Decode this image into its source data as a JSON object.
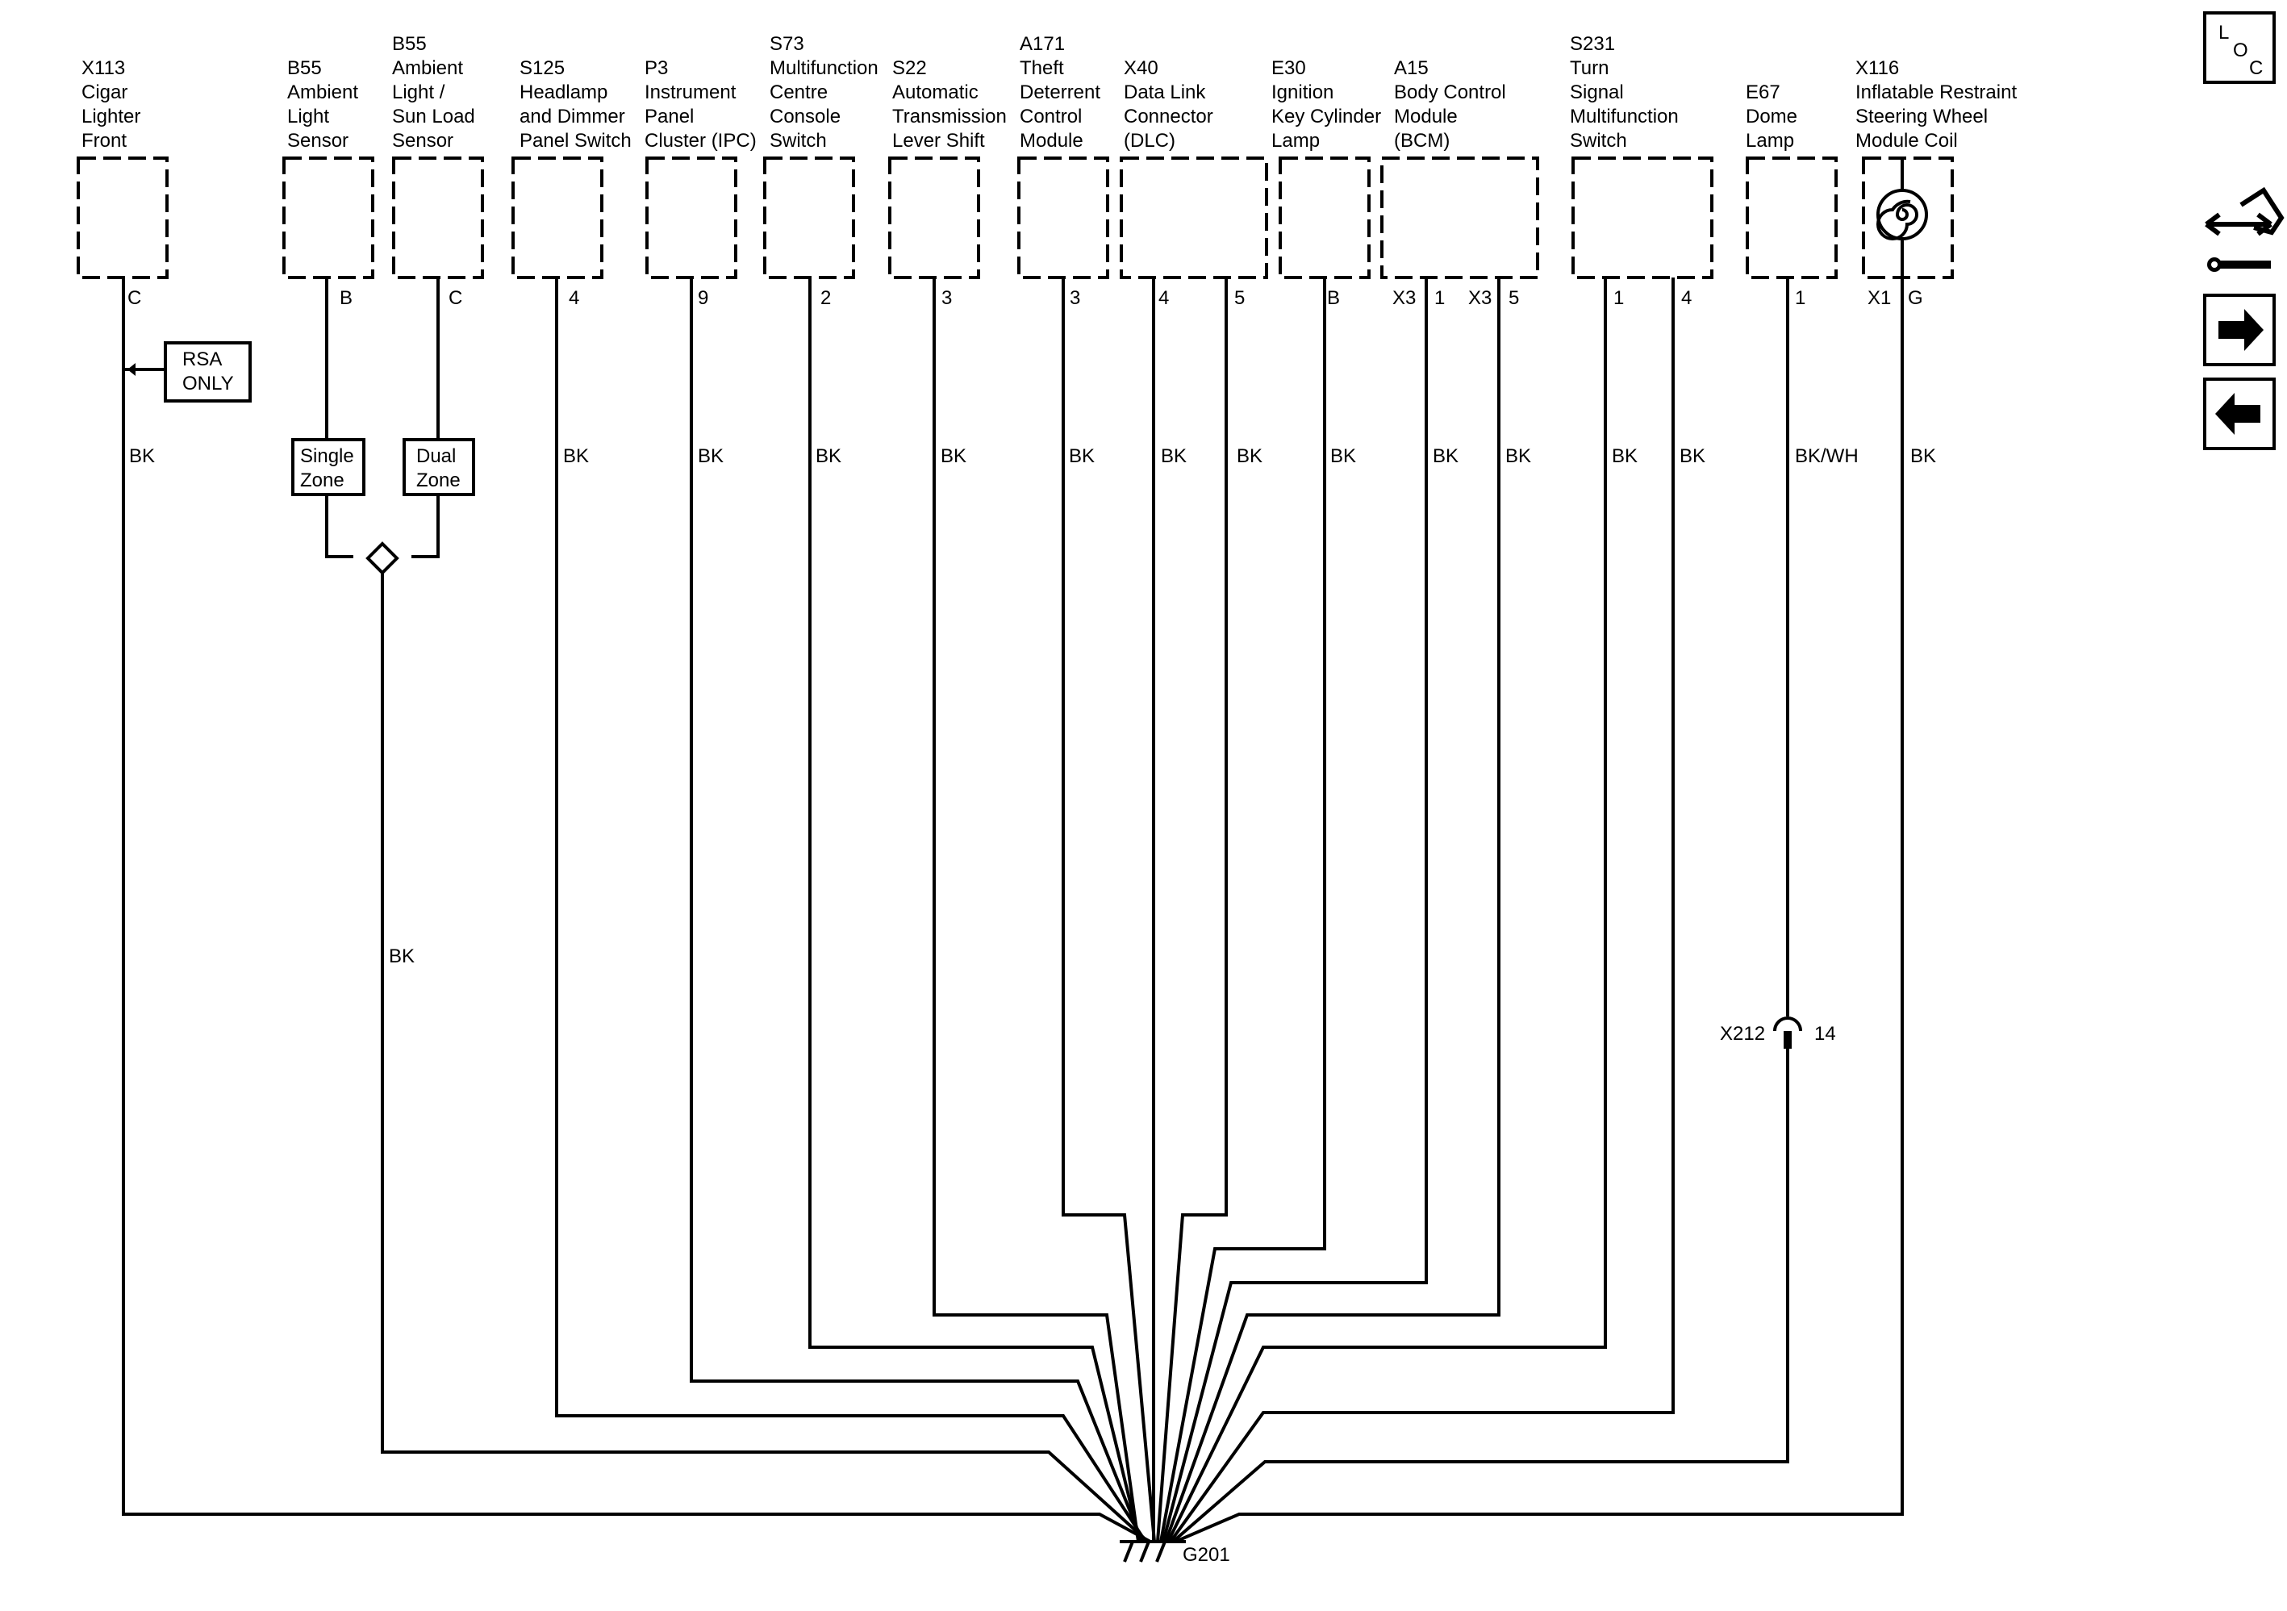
{
  "components": [
    {
      "id": "x113",
      "lines": [
        "X113",
        "Cigar",
        "Lighter",
        "Front"
      ]
    },
    {
      "id": "b55a",
      "lines": [
        "B55",
        "Ambient",
        "Light",
        "Sensor"
      ]
    },
    {
      "id": "b55b",
      "lines": [
        "B55",
        "Ambient",
        "Light /",
        "Sun Load",
        "Sensor"
      ]
    },
    {
      "id": "s125",
      "lines": [
        "S125",
        "Headlamp",
        "and Dimmer",
        "Panel Switch"
      ]
    },
    {
      "id": "p3",
      "lines": [
        "P3",
        "Instrument",
        "Panel",
        "Cluster (IPC)"
      ]
    },
    {
      "id": "s73",
      "lines": [
        "S73",
        "Multifunction",
        "Centre",
        "Console",
        "Switch"
      ]
    },
    {
      "id": "s22",
      "lines": [
        "S22",
        "Automatic",
        "Transmission",
        "Lever Shift"
      ]
    },
    {
      "id": "a171",
      "lines": [
        "A171",
        "Theft",
        "Deterrent",
        "Control",
        "Module"
      ]
    },
    {
      "id": "x40",
      "lines": [
        "X40",
        "Data Link",
        "Connector",
        "(DLC)"
      ]
    },
    {
      "id": "e30",
      "lines": [
        "E30",
        "Ignition",
        "Key Cylinder",
        "Lamp"
      ]
    },
    {
      "id": "a15",
      "lines": [
        "A15",
        "Body Control",
        "Module",
        "(BCM)"
      ]
    },
    {
      "id": "s231",
      "lines": [
        "S231",
        "Turn",
        "Signal",
        "Multifunction",
        "Switch"
      ]
    },
    {
      "id": "e67",
      "lines": [
        "E67",
        "Dome",
        "Lamp"
      ]
    },
    {
      "id": "x116",
      "lines": [
        "X116",
        "Inflatable Restraint",
        "Steering Wheel",
        "Module Coil"
      ]
    }
  ],
  "pins": {
    "x113": "C",
    "b55a": "B",
    "b55b": "C",
    "s125": "4",
    "p3": "9",
    "s73": "2",
    "s22": "3",
    "a171": "3",
    "x40_1": "4",
    "x40_2": "5",
    "e30": "B",
    "a15_c1": "X3",
    "a15_p1": "1",
    "a15_c2": "X3",
    "a15_p2": "5",
    "s231_1": "1",
    "s231_2": "4",
    "e67": "1",
    "x116_c": "X1",
    "x116_p": "G"
  },
  "wire_colors": {
    "x113": "BK",
    "splice": "BK",
    "s125": "BK",
    "p3": "BK",
    "s73": "BK",
    "s22": "BK",
    "a171": "BK",
    "x40_1": "BK",
    "x40_2": "BK",
    "e30": "BK",
    "a15_1": "BK",
    "a15_2": "BK",
    "s231_1": "BK",
    "s231_2": "BK",
    "e67": "BK/WH",
    "x116": "BK"
  },
  "options": {
    "rsa": [
      "RSA",
      "ONLY"
    ],
    "single_zone": [
      "Single",
      "Zone"
    ],
    "dual_zone": [
      "Dual",
      "Zone"
    ]
  },
  "connector_x212": {
    "name": "X212",
    "pin": "14"
  },
  "ground": {
    "name": "G201"
  },
  "nav": {
    "loc": [
      "L",
      "O",
      "C"
    ],
    "icons": [
      "component-locator-icon",
      "next-arrow-icon",
      "previous-arrow-icon"
    ]
  }
}
